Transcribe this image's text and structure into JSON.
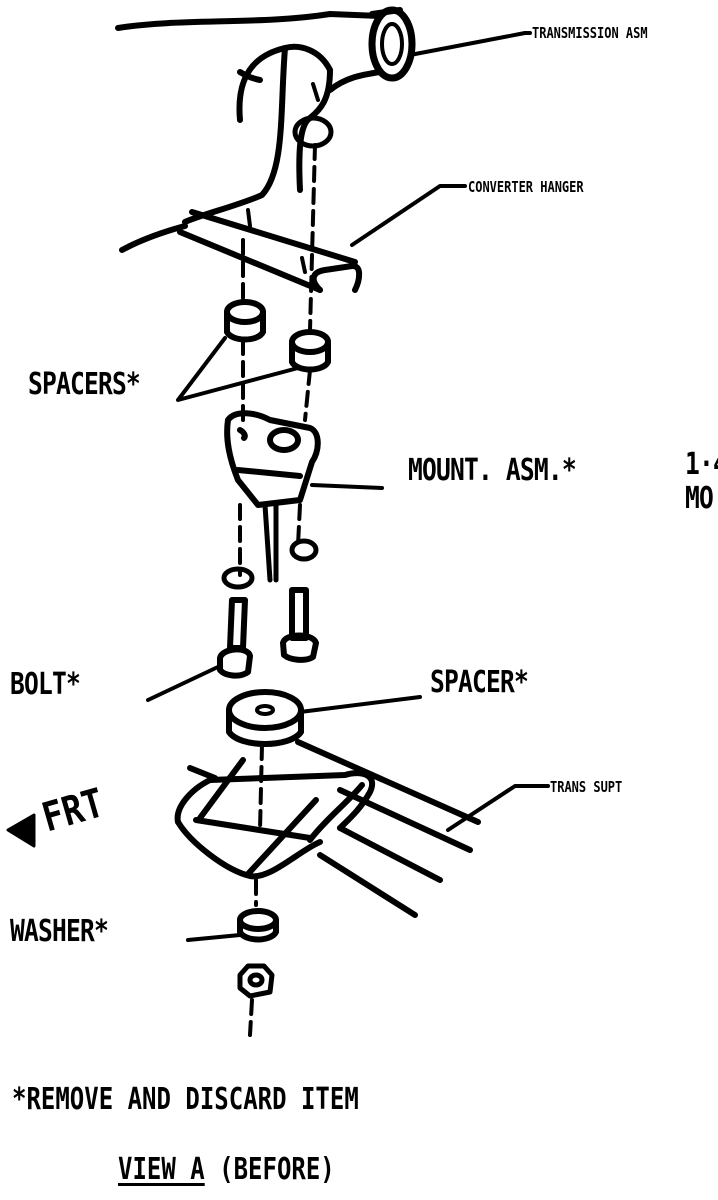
{
  "labels": {
    "transmission": "TRANSMISSION ASM",
    "converter_hanger": "CONVERTER HANGER",
    "spacers": "SPACERS*",
    "mount_asm": "MOUNT. ASM.*",
    "bolt": "BOLT*",
    "spacer": "SPACER*",
    "trans_supt": "TRANS SUPT",
    "frt": "FRT",
    "washer": "WASHER*",
    "cut_line1": "1·4",
    "cut_line2": "MO"
  },
  "caption": {
    "note": "*REMOVE AND DISCARD ITEM",
    "view": "VIEW A",
    "state": "(BEFORE)"
  }
}
